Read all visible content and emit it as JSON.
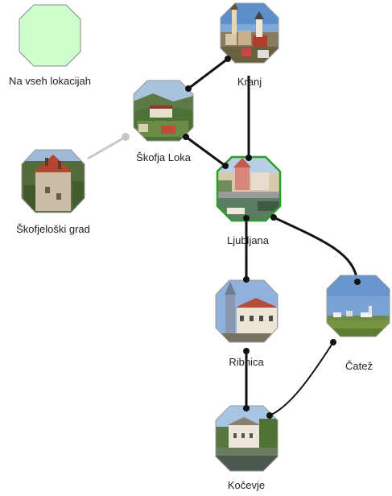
{
  "nodes": [
    {
      "id": "all",
      "label": "Na vseh lokacijah",
      "image": "none"
    },
    {
      "id": "kranj",
      "label": "Kranj",
      "image": "kranj"
    },
    {
      "id": "skofja",
      "label": "Škofja Loka",
      "image": "skofja"
    },
    {
      "id": "grad",
      "label": "Škofjeloški grad",
      "image": "grad"
    },
    {
      "id": "ljubljana",
      "label": "Ljubljana",
      "image": "ljubljana"
    },
    {
      "id": "ribnica",
      "label": "Ribnica",
      "image": "ribnica"
    },
    {
      "id": "catez",
      "label": "Čatež",
      "image": "catez"
    },
    {
      "id": "kocevje",
      "label": "Kočevje",
      "image": "kocevje"
    }
  ],
  "colors": {
    "all_fill": "#ccffcc",
    "selected_border": "#2a9d2a",
    "edge": "#111111",
    "edge_faded": "#c8c8c8"
  }
}
